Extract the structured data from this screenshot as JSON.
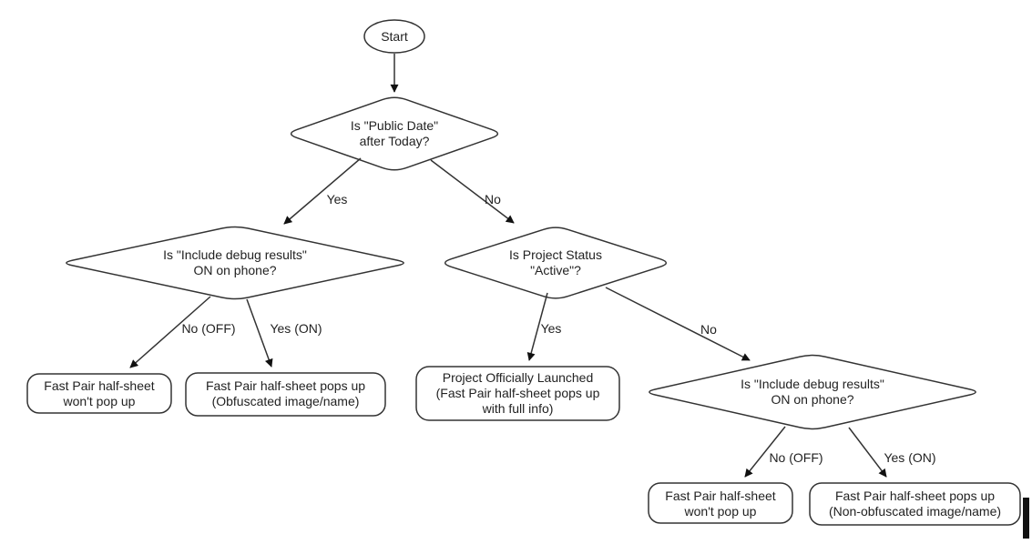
{
  "diagram": {
    "title_hint": "Fast Pair half-sheet decision flowchart",
    "colors": {
      "stroke": "#333333",
      "text": "#222222",
      "background": "#ffffff",
      "arrowhead": "#111111"
    },
    "nodes": {
      "start": {
        "label": "Start"
      },
      "public_date": {
        "label": "Is \"Public Date\"\nafter Today?"
      },
      "debug_left": {
        "label": "Is \"Include debug results\"\nON on phone?"
      },
      "project_status": {
        "label": "Is Project Status\n\"Active\"?"
      },
      "debug_right": {
        "label": "Is \"Include debug results\"\nON on phone?"
      },
      "no_popup_left": {
        "label": "Fast Pair half-sheet\nwon't pop up"
      },
      "obfuscated": {
        "label": "Fast Pair half-sheet pops up\n(Obfuscated image/name)"
      },
      "launched": {
        "label": "Project Officially Launched\n(Fast Pair half-sheet pops up\nwith full info)"
      },
      "no_popup_right": {
        "label": "Fast Pair half-sheet\nwon't pop up"
      },
      "non_obfuscated": {
        "label": "Fast Pair half-sheet pops up\n(Non-obfuscated image/name)"
      }
    },
    "edges": {
      "yes_top": {
        "label": "Yes"
      },
      "no_top": {
        "label": "No"
      },
      "no_off_left": {
        "label": "No (OFF)"
      },
      "yes_on_left": {
        "label": "Yes (ON)"
      },
      "yes_status": {
        "label": "Yes"
      },
      "no_status": {
        "label": "No"
      },
      "no_off_right": {
        "label": "No (OFF)"
      },
      "yes_on_right": {
        "label": "Yes (ON)"
      }
    }
  }
}
